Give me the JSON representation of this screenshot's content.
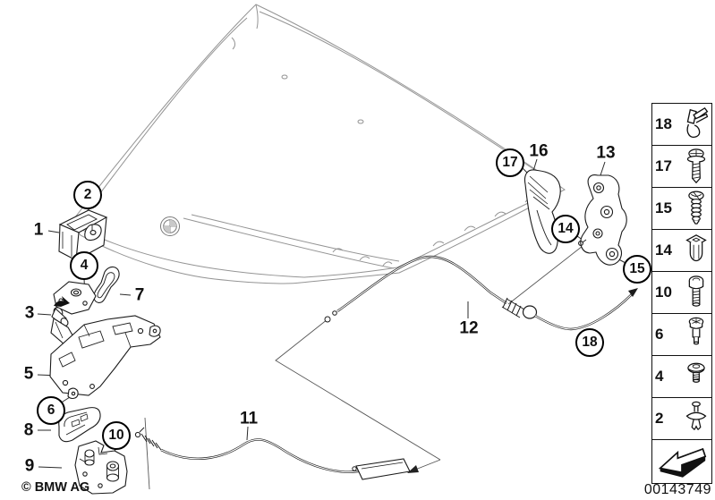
{
  "callouts": {
    "c1": "1",
    "c2": "2",
    "c3": "3",
    "c4": "4",
    "c5": "5",
    "c6": "6",
    "c7": "7",
    "c8": "8",
    "c9": "9",
    "c10": "10",
    "c11": "11",
    "c12": "12",
    "c13": "13",
    "c14": "14",
    "c15": "15",
    "c16": "16",
    "c17": "17",
    "c18": "18"
  },
  "sidebar": {
    "rows": [
      {
        "num": "18",
        "icon": "hood-clip-icon"
      },
      {
        "num": "17",
        "icon": "screw-with-washer-icon"
      },
      {
        "num": "15",
        "icon": "countersunk-screw-icon"
      },
      {
        "num": "14",
        "icon": "expansion-nut-icon"
      },
      {
        "num": "10",
        "icon": "hex-socket-bolt-icon"
      },
      {
        "num": "6",
        "icon": "flange-screw-icon"
      },
      {
        "num": "4",
        "icon": "washer-head-bolt-icon"
      },
      {
        "num": "2",
        "icon": "expanding-rivet-icon"
      }
    ],
    "nav_icon": "back-arrow-icon"
  },
  "footer": {
    "copyright": "© BMW AG",
    "part_number": "00143749"
  },
  "colors": {
    "line_art_light": "#949494",
    "line_art_dark": "#1b1b1b",
    "background": "#ffffff"
  }
}
